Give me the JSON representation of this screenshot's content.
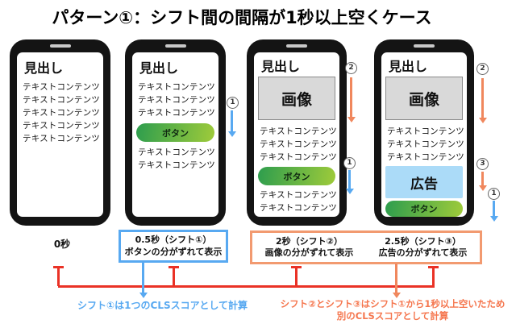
{
  "title": "パターン①：シフト間の間隔が1秒以上空くケース",
  "phone_common": {
    "heading": "見出し",
    "text_line": "テキストコンテンツ",
    "button_label": "ボタン",
    "image_label": "画像",
    "ad_label": "広告"
  },
  "badges": {
    "shift1": "1",
    "shift2": "2",
    "shift3": "3"
  },
  "timeline": {
    "zero_label": "0秒",
    "shift1_box": {
      "line1": "0.5秒（シフト①）",
      "line2": "ボタンの分がずれて表示"
    },
    "shift2_box": {
      "line1": "2秒（シフト②）",
      "line2": "画像の分がずれて表示"
    },
    "shift3_box": {
      "line1": "2.5秒（シフト③）",
      "line2": "広告の分がずれて表示"
    },
    "blue_caption": "シフト①は1つのCLSスコアとして計算",
    "orange_caption_line1": "シフト②とシフト③はシフト①から1秒以上空いたため",
    "orange_caption_line2": "別のCLSスコアとして計算"
  },
  "colors": {
    "shift_blue": "#58a9f1",
    "shift_orange": "#f0875d",
    "caption_orange": "#f5764e",
    "timeline_red": "#ea3226",
    "button_gradient_start": "#2d9d4e",
    "button_gradient_end": "#9fcb3a",
    "ad_background": "#abdbf8",
    "image_background": "#d9d9d9"
  }
}
